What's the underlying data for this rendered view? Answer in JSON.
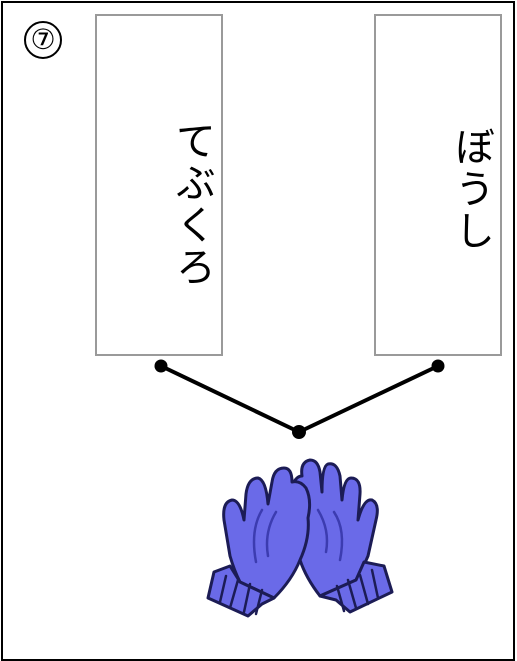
{
  "question": {
    "number": "⑦"
  },
  "cards": [
    {
      "word": "てぶくろ"
    },
    {
      "word": "ぼうし"
    }
  ],
  "picture": {
    "icon": "gloves-icon",
    "color": "#6a6ae8"
  }
}
